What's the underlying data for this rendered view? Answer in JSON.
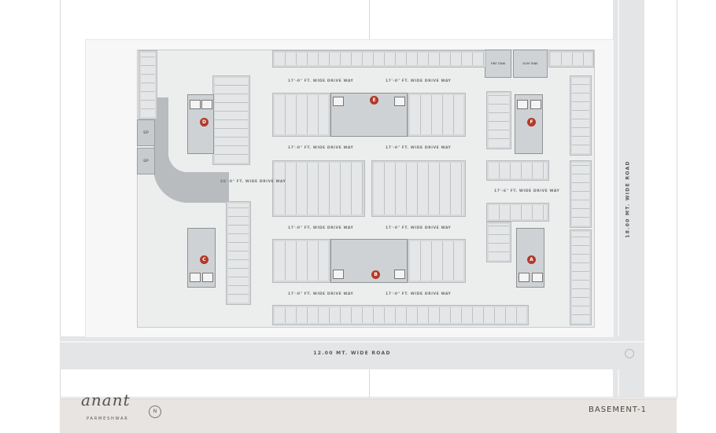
{
  "floor_title": "BASEMENT-1",
  "brand": {
    "name": "anant",
    "tagline": "PARMESHWAR"
  },
  "compass_label": "N",
  "roads": {
    "bottom": "12.00 MT. WIDE ROAD",
    "right": "18.00 MT. WIDE ROAD"
  },
  "cores": [
    "E",
    "D",
    "F",
    "C",
    "B",
    "A"
  ],
  "driveways": {
    "top_left": "17'-0\" FT. WIDE DRIVE WAY",
    "top_right": "17'-0\" FT. WIDE DRIVE WAY",
    "mid_upper_left": "17'-0\" FT. WIDE DRIVE WAY",
    "mid_upper_right": "17'-0\" FT. WIDE DRIVE WAY",
    "mid_lower_left": "17'-0\" FT. WIDE DRIVE WAY",
    "mid_lower_right": "17'-0\" FT. WIDE DRIVE WAY",
    "bottom_left": "17'-0\" FT. WIDE DRIVE WAY",
    "bottom_right": "17'-0\" FT. WIDE DRIVE WAY",
    "ramp": "26'-0\" FT. WIDE DRIVE WAY",
    "right_mid": "17'-6\" FT. WIDE DRIVE WAY"
  },
  "utilities": {
    "tank_left": "FIRE TANK",
    "tank_right": "DOM TANK",
    "ep_top": "E/P",
    "ep_bottom": "E/P"
  }
}
